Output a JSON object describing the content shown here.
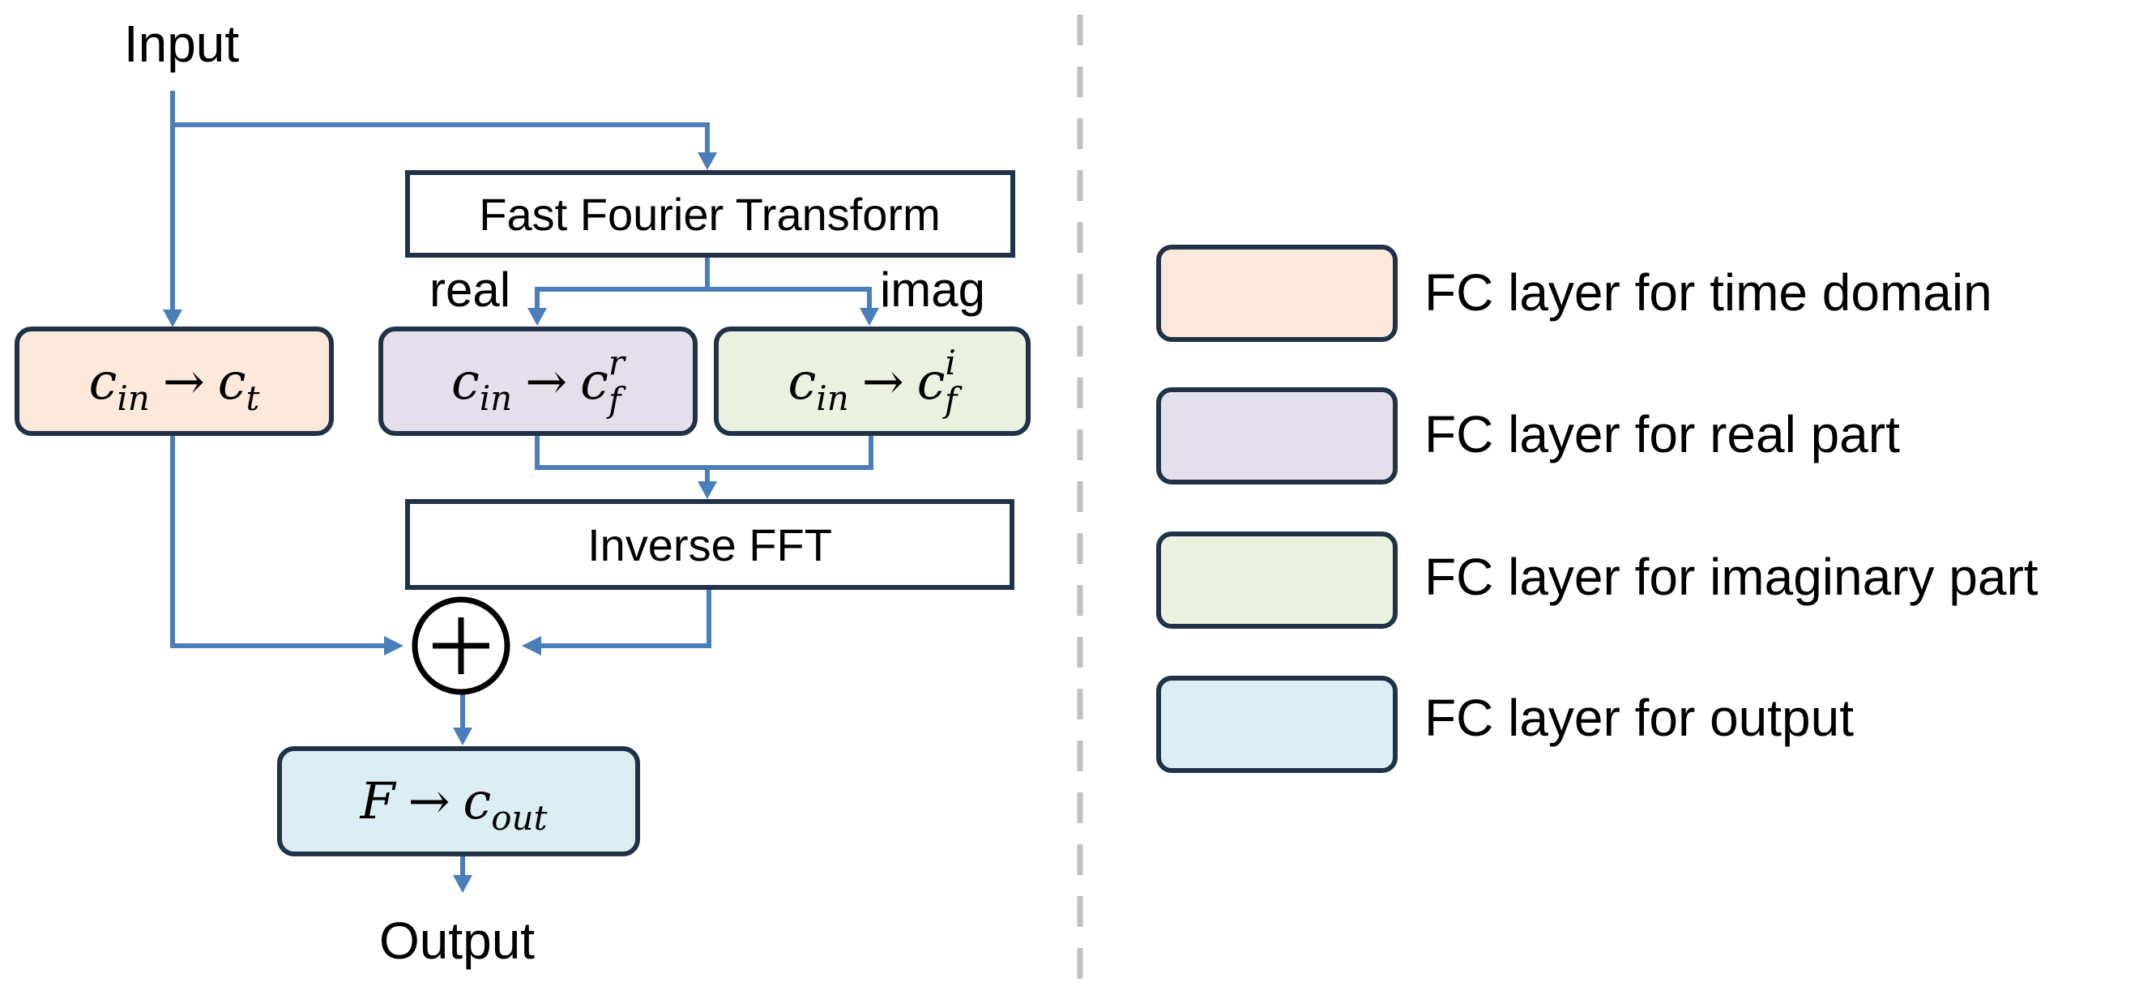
{
  "flow": {
    "input_label": "Input",
    "output_label": "Output",
    "fft_label": "Fast Fourier Transform",
    "real_label": "real",
    "imag_label": "imag",
    "ifft_label": "Inverse FFT",
    "sum_symbol": "+",
    "time_fc": {
      "lhs": "c",
      "lhs_sub": "in",
      "arrow": "→",
      "rhs": "c",
      "rhs_sub": "t",
      "rhs_sup": ""
    },
    "real_fc": {
      "lhs": "c",
      "lhs_sub": "in",
      "arrow": "→",
      "rhs": "c",
      "rhs_sub": "f",
      "rhs_sup": "r"
    },
    "imag_fc": {
      "lhs": "c",
      "lhs_sub": "in",
      "arrow": "→",
      "rhs": "c",
      "rhs_sub": "f",
      "rhs_sup": "i"
    },
    "out_fc": {
      "lhs": "F",
      "lhs_sub": "",
      "arrow": "→",
      "rhs": "c",
      "rhs_sub": "out",
      "rhs_sup": ""
    }
  },
  "legend": {
    "items": [
      {
        "label": "FC layer for time domain",
        "color": "#fde9dc"
      },
      {
        "label": "FC layer for real part",
        "color": "#e5dfec"
      },
      {
        "label": "FC layer for imaginary part",
        "color": "#ebf1df"
      },
      {
        "label": "FC layer for output",
        "color": "#dbeef4"
      }
    ]
  },
  "colors": {
    "wire": "#4a7ebb",
    "box_border": "#1f3247",
    "divider": "#c0c0c0",
    "time_fill": "#fde9dc",
    "real_fill": "#e5dfec",
    "imag_fill": "#ebf1df",
    "out_fill": "#dbeef4"
  }
}
